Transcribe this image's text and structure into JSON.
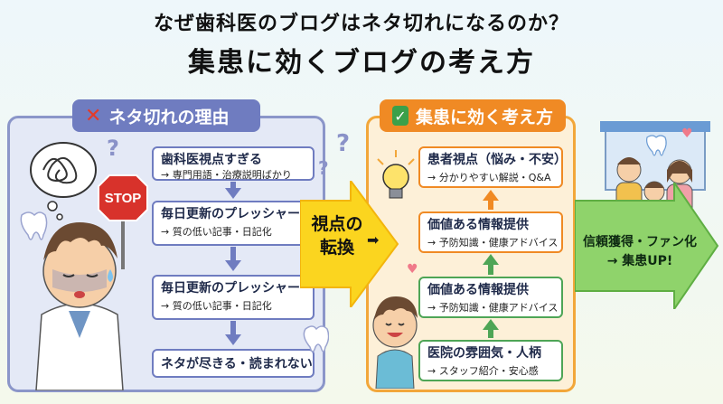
{
  "title": {
    "line1": "なぜ歯科医のブログはネタ切れになるのか？",
    "line2": "集患に効くブログの考え方"
  },
  "left_panel": {
    "title": "ネタ切れの理由",
    "icon": "x-mark-icon",
    "sign": "STOP",
    "steps": [
      {
        "main": "歯科医視点すぎる",
        "sub": "→ 専門用語・治療説明ばかり"
      },
      {
        "main": "毎日更新のプレッシャー",
        "sub": "→ 質の低い記事・日記化"
      },
      {
        "main": "毎日更新のプレッシャー",
        "sub": "→ 質の低い記事・日記化"
      },
      {
        "main": "ネタが尽きる・読まれない",
        "sub": ""
      }
    ]
  },
  "middle_arrow": {
    "line1": "視点の",
    "line2": "転換"
  },
  "right_panel": {
    "title": "集患に効く考え方",
    "icon": "check-icon",
    "steps": [
      {
        "main": "患者視点（悩み・不安）",
        "sub": "→ 分かりやすい解説・Q&A"
      },
      {
        "main": "価値ある情報提供",
        "sub": "→ 予防知識・健康アドバイス"
      },
      {
        "main": "価値ある情報提供",
        "sub": "→ 予防知識・健康アドバイス"
      },
      {
        "main": "医院の雰囲気・人柄",
        "sub": "→ スタッフ紹介・安心感"
      }
    ]
  },
  "result_arrow": {
    "line1": "信頼獲得・ファン化",
    "line2": "→ 集患UP!"
  },
  "colors": {
    "left_accent": "#6f7cc0",
    "right_accent": "#f08a24",
    "green": "#4ea556",
    "arrow_yellow": "#fbd51f"
  }
}
